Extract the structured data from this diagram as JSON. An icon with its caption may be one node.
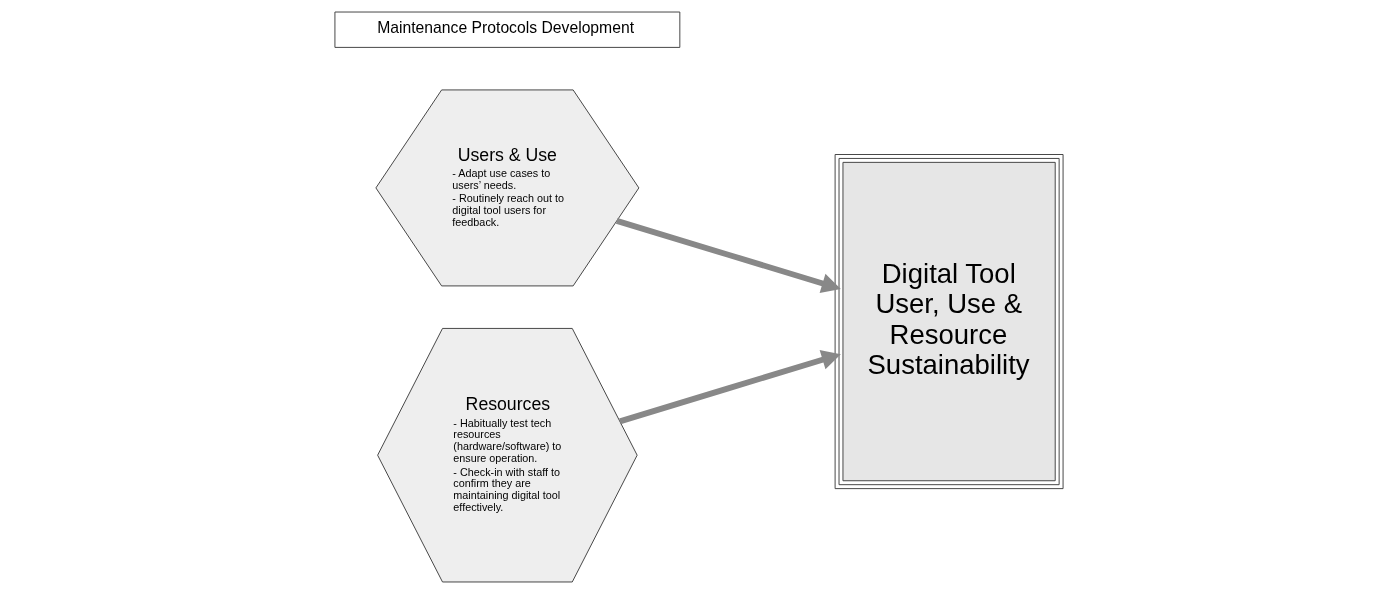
{
  "diagram": {
    "nodes": [
      {
        "text": [
          "Maintenance Protocols Development"
        ]
      },
      {
        "text": [
          "Users & Use",
          "- Adapt use cases to users’ needs.",
          "- Routinely reach out to digital tool users for feedback."
        ]
      },
      {
        "text": [
          "Resources",
          "- Habitually test tech resources (hardware/software) to ensure operation.",
          "- Check-in with staff to confirm they are maintaining digital tool effectively."
        ]
      },
      {
        "text": [
          "Digital Tool User, Use & Resource Sustainability"
        ]
      }
    ],
    "edges": [
      {
        "from": 1,
        "to": 3,
        "arrow": "to"
      },
      {
        "from": 2,
        "to": 3,
        "arrow": "to"
      }
    ]
  }
}
